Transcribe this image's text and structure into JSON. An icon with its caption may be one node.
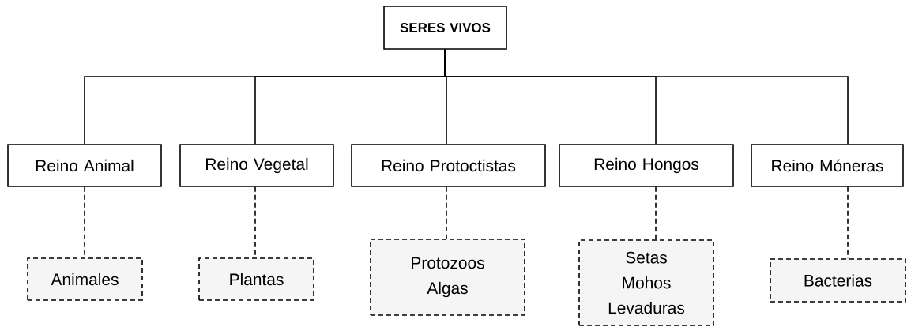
{
  "diagram": {
    "nodes": [
      {
        "text": [
          "SERES VIVOS"
        ]
      },
      {
        "text": [
          "Reino Animal"
        ]
      },
      {
        "text": [
          "Reino Vegetal"
        ]
      },
      {
        "text": [
          "Reino Protoctistas"
        ]
      },
      {
        "text": [
          "Reino Hongos"
        ]
      },
      {
        "text": [
          "Reino Móneras"
        ]
      },
      {
        "text": [
          "Animales"
        ]
      },
      {
        "text": [
          "Plantas"
        ]
      },
      {
        "text": [
          "Protozoos Algas"
        ]
      },
      {
        "text": [
          "Setas Mohos Levaduras"
        ]
      },
      {
        "text": [
          "Bacterias"
        ]
      }
    ],
    "edges": [
      {
        "from": 0,
        "to": 1,
        "arrow": "none"
      },
      {
        "from": 0,
        "to": 2,
        "arrow": "none"
      },
      {
        "from": 0,
        "to": 3,
        "arrow": "none"
      },
      {
        "from": 0,
        "to": 4,
        "arrow": "none"
      },
      {
        "from": 0,
        "to": 5,
        "arrow": "none"
      },
      {
        "from": 1,
        "to": 6,
        "arrow": "none",
        "style": "dashed"
      },
      {
        "from": 2,
        "to": 7,
        "arrow": "none",
        "style": "dashed"
      },
      {
        "from": 3,
        "to": 8,
        "arrow": "none",
        "style": "dashed"
      },
      {
        "from": 4,
        "to": 9,
        "arrow": "none",
        "style": "dashed"
      },
      {
        "from": 5,
        "to": 10,
        "arrow": "none",
        "style": "dashed"
      }
    ]
  }
}
